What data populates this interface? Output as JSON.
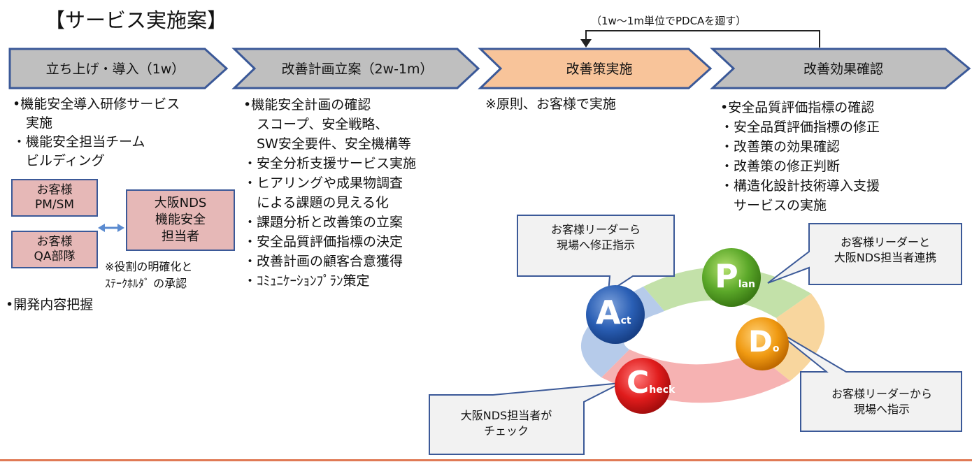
{
  "title": "【サービス実施案】",
  "pdca_note": "（1w～1m単位でPDCAを廻す）",
  "colors": {
    "step_gray": "#bfbfbf",
    "step_orange": "#f8c49a",
    "step_border": "#3b5998",
    "pink": "#e6b8b7",
    "callout_bg": "#f2f2f2"
  },
  "steps": [
    {
      "label": "立ち上げ・導入（1w）"
    },
    {
      "label": "改善計画立案（2w-1m）"
    },
    {
      "label": "改善策実施"
    },
    {
      "label": "改善効果確認"
    }
  ],
  "col1": {
    "lines": [
      "•機能安全導入研修サービス",
      "　実施",
      "・機能安全担当チーム",
      "　ビルディング"
    ],
    "box_customer_pm": [
      "お客様",
      "PM/SM"
    ],
    "box_customer_qa": [
      "お客様",
      "QA部隊"
    ],
    "box_nds": [
      "大阪NDS",
      "機能安全",
      "担当者"
    ],
    "note": [
      "※役割の明確化と",
      "ｽﾃｰｸﾎﾙﾀﾞ の承認"
    ],
    "footer": "•開発内容把握"
  },
  "col2": {
    "lines": [
      "•機能安全計画の確認",
      "　スコープ、安全戦略、",
      "　SW安全要件、安全機構等",
      "・安全分析支援サービス実施",
      "・ヒアリングや成果物調査",
      "　による課題の見える化",
      "・課題分析と改善策の立案",
      "・安全品質評価指標の決定",
      "・改善計画の顧客合意獲得",
      "・ｺﾐｭﾆｹｰｼｮﾝﾌﾟﾗﾝ策定"
    ]
  },
  "col3": {
    "lines": [
      "※原則、お客様で実施"
    ]
  },
  "col4": {
    "lines": [
      "•安全品質評価指標の確認",
      "・安全品質評価指標の修正",
      "・改善策の効果確認",
      "・改善策の修正判断",
      "・構造化設計技術導入支援",
      "　サービスの実施"
    ]
  },
  "cycle": {
    "plan": {
      "big": "P",
      "small": "lan"
    },
    "do": {
      "big": "D",
      "small": "o"
    },
    "check": {
      "big": "C",
      "small": "heck"
    },
    "act": {
      "big": "A",
      "small": "ct"
    }
  },
  "callouts": {
    "act": [
      "お客様リーダーら",
      "現場へ修正指示"
    ],
    "plan": [
      "お客様リーダーと",
      "大阪NDS担当者連携"
    ],
    "do": [
      "お客様リーダーから",
      "現場へ指示"
    ],
    "check": [
      "大阪NDS担当者が",
      "チェック"
    ]
  }
}
